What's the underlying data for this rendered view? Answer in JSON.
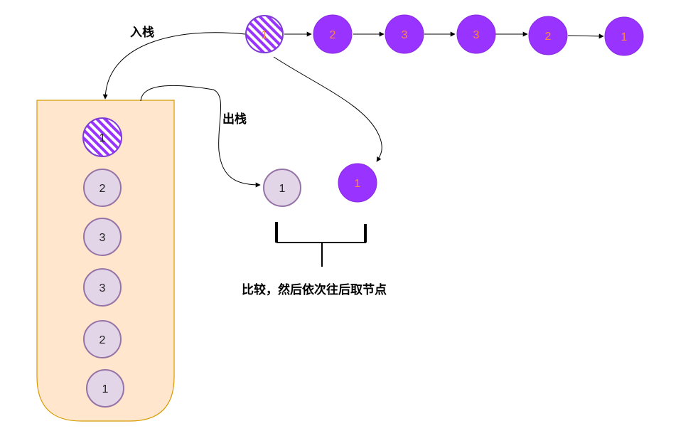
{
  "labels": {
    "push": "入栈",
    "pop": "出栈",
    "caption": "比较，然后依次往后取节点"
  },
  "linked_list": {
    "nodes": [
      "1",
      "2",
      "3",
      "3",
      "2",
      "1"
    ]
  },
  "stack": {
    "nodes": [
      "1",
      "2",
      "3",
      "3",
      "2",
      "1"
    ]
  },
  "compare": {
    "popped": "1",
    "current": "1"
  },
  "colors": {
    "list_node_fill": "#9933ff",
    "list_node_stroke": "#7e3bd6",
    "list_node_text": "#ff8a3d",
    "stack_node_fill": "#e1d5e7",
    "stack_node_stroke": "#9673a6",
    "stack_bg": "#ffe6cc",
    "stack_border": "#d79b00"
  }
}
